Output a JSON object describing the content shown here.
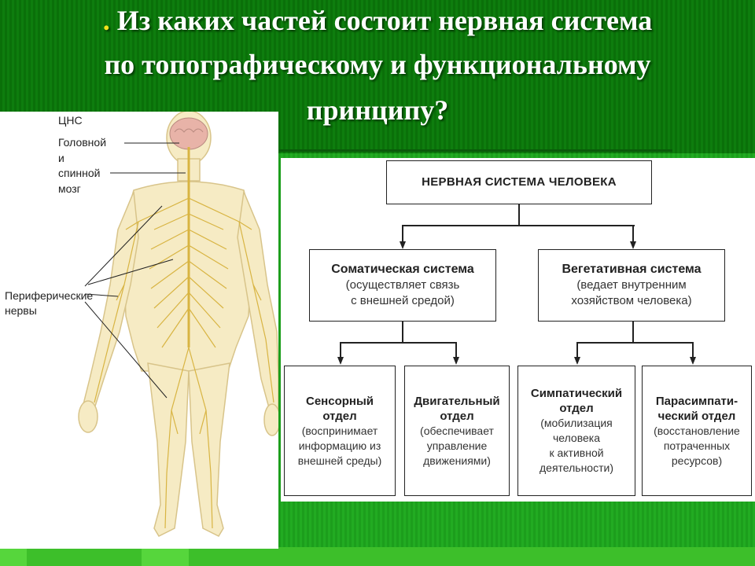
{
  "title": {
    "dot": ".",
    "line1": "Из каких частей состоит нервная система",
    "line2": "по топографическому и функциональному",
    "line3": "принципу?"
  },
  "anatomy": {
    "cns_label": "ЦНС",
    "brain_label_1": "Головной",
    "brain_label_2": "и",
    "brain_label_3": "спинной",
    "brain_label_4": "мозг",
    "peripheral_label_1": "Периферические",
    "peripheral_label_2": "нервы"
  },
  "diagram": {
    "root": "НЕРВНАЯ СИСТЕМА ЧЕЛОВЕКА",
    "somatic": {
      "title": "Соматическая система",
      "desc1": "(осуществляет связь",
      "desc2": "с внешней средой)"
    },
    "vegetative": {
      "title": "Вегетативная система",
      "desc1": "(ведает внутренним",
      "desc2": "хозяйством человека)"
    },
    "sensory": {
      "title1": "Сенсорный",
      "title2": "отдел",
      "desc1": "(воспринимает",
      "desc2": "информацию из",
      "desc3": "внешней среды)"
    },
    "motor": {
      "title1": "Двигательный",
      "title2": "отдел",
      "desc1": "(обеспечивает",
      "desc2": "управление",
      "desc3": "движениями)"
    },
    "sympathetic": {
      "title1": "Симпатический",
      "title2": "отдел",
      "desc1": "(мобилизация",
      "desc2": "человека",
      "desc3": "к активной",
      "desc4": "деятельности)"
    },
    "parasympathetic": {
      "title1": "Парасимпати-",
      "title2": "ческий отдел",
      "desc1": "(восстановление",
      "desc2": "потраченных",
      "desc3": "ресурсов)"
    }
  },
  "colors": {
    "background_green": "#118a11",
    "title_text": "#ffffff",
    "title_dot": "#f2e21c",
    "body_skin": "#f3e6b8",
    "nerve": "#d9b43a"
  }
}
